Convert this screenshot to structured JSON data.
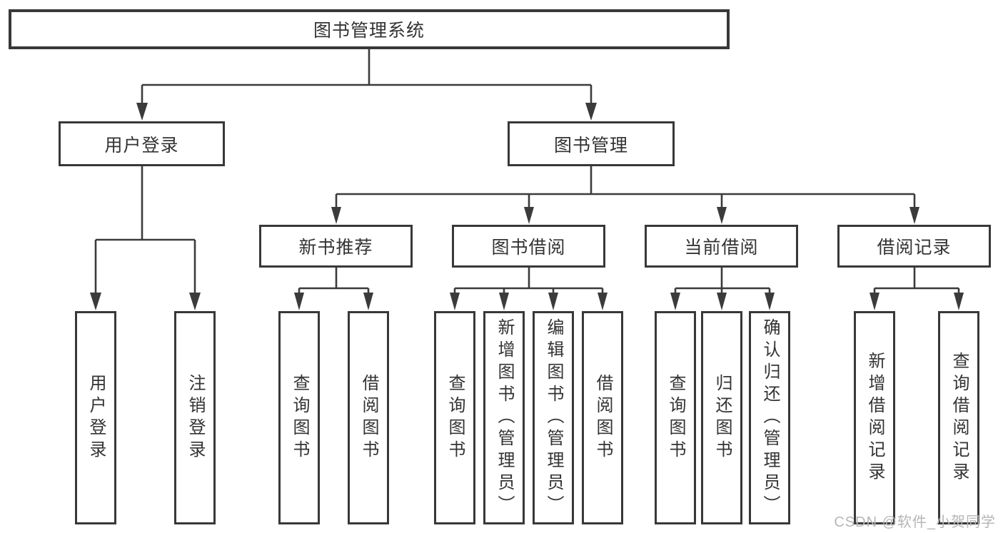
{
  "diagram": {
    "root": {
      "label": "图书管理系统",
      "children": [
        {
          "label": "用户登录",
          "children": [
            {
              "label": "用户登录"
            },
            {
              "label": "注销登录"
            }
          ]
        },
        {
          "label": "图书管理",
          "children": [
            {
              "label": "新书推荐",
              "children": [
                {
                  "label": "查询图书"
                },
                {
                  "label": "借阅图书"
                }
              ]
            },
            {
              "label": "图书借阅",
              "children": [
                {
                  "label": "查询图书"
                },
                {
                  "label": "新增图书（管理员）"
                },
                {
                  "label": "编辑图书（管理员）"
                },
                {
                  "label": "借阅图书"
                }
              ]
            },
            {
              "label": "当前借阅",
              "children": [
                {
                  "label": "查询图书"
                },
                {
                  "label": "归还图书"
                },
                {
                  "label": "确认归还（管理员）"
                }
              ]
            },
            {
              "label": "借阅记录",
              "children": [
                {
                  "label": "新增借阅记录"
                },
                {
                  "label": "查询借阅记录"
                }
              ]
            }
          ]
        }
      ]
    },
    "watermark": "CSDN @软件_小贺同学",
    "colors": {
      "line": "#3b3b3b",
      "border": "#383838",
      "text": "#333333",
      "watermark": "#b6b6b6",
      "background": "#ffffff"
    }
  }
}
